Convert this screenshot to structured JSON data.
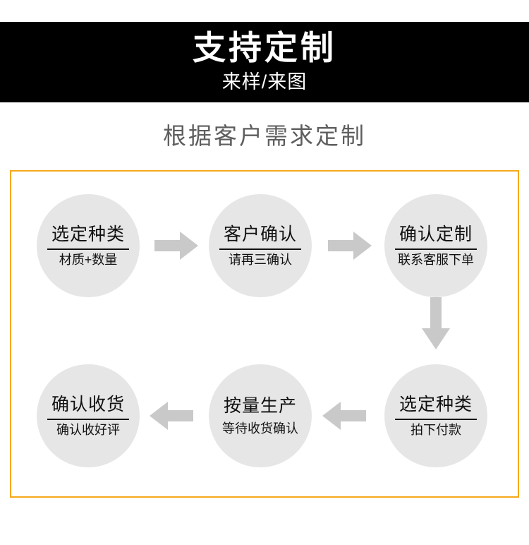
{
  "header": {
    "title": "支持定制",
    "subtitle": "来样/来图",
    "background_color": "#000000",
    "text_color": "#ffffff"
  },
  "section": {
    "heading": "根据客户需求定制",
    "heading_color": "#5e5e5e"
  },
  "flow": {
    "border_color": "#f6a91b",
    "node_fill": "#e6e6e6",
    "arrow_color": "#c9c9c9",
    "nodes": [
      {
        "title": "选定种类",
        "subtitle": "材质+数量",
        "rule": true
      },
      {
        "title": "客户确认",
        "subtitle": "请再三确认",
        "rule": true
      },
      {
        "title": "确认定制",
        "subtitle": "联系客服下单",
        "rule": true
      },
      {
        "title": "选定种类",
        "subtitle": "拍下付款",
        "rule": true
      },
      {
        "title": "按量生产",
        "subtitle": "等待收货确认",
        "rule": false
      },
      {
        "title": "确认收货",
        "subtitle": "确认收好评",
        "rule": true
      }
    ],
    "arrows": [
      {
        "name": "arrow-right-1",
        "direction": "right"
      },
      {
        "name": "arrow-right-2",
        "direction": "right"
      },
      {
        "name": "arrow-down",
        "direction": "down"
      },
      {
        "name": "arrow-left-1",
        "direction": "left"
      },
      {
        "name": "arrow-left-2",
        "direction": "left"
      }
    ]
  }
}
